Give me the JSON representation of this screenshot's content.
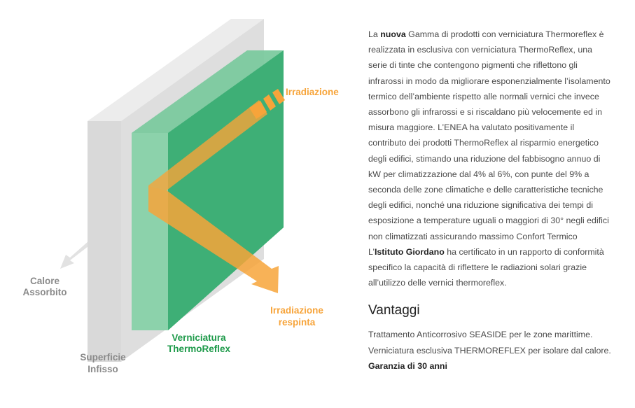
{
  "diagram": {
    "labels": {
      "calore": [
        "Calore",
        "Assorbito"
      ],
      "superficie": [
        "Superficie",
        "Infisso"
      ],
      "verniciatura": [
        "Verniciatura",
        "ThermoReflex"
      ],
      "irradiazione": "Irradiazione",
      "respinta": [
        "Irradiazione",
        "respinta"
      ]
    },
    "colors": {
      "gray_label": "#8a8a8a",
      "green_label": "#1e9a4a",
      "orange": "#f7a43a",
      "green_panel": "#46b880",
      "gray_panel": "#d8d8d8"
    }
  },
  "description": {
    "p1_part1": "La ",
    "p1_bold1": "nuova",
    "p1_part2": " Gamma di prodotti con verniciatura Thermoreflex è realizzata in esclusiva con verniciatura ThermoReflex, una serie di tinte che contengono pigmenti che riflettono gli infrarossi in modo da migliorare esponenzialmente l’isolamento termico dell’ambiente rispetto alle normali vernici che invece assorbono gli infrarossi e si riscaldano più velocemente ed in misura maggiore. L’ENEA ha valutato positivamente il contributo dei prodotti ThermoReflex al risparmio energetico degli edifici, stimando una riduzione del fabbisogno annuo di kW per climatizzazione dal 4% al 6%, con punte del 9% a seconda delle zone climatiche e delle caratteristiche tecniche degli edifici, nonché una riduzione significativa dei tempi di esposizione a temperature uguali o maggiori di 30° negli edifici non climatizzati assicurando massimo Confort Termico",
    "p2_part1": "L’",
    "p2_bold": "Istituto Giordano",
    "p2_part2": " ha certificato in un rapporto di conformità specifico la capacità di riflettere le radiazioni solari grazie all’utilizzo delle vernici thermoreflex."
  },
  "vantaggi": {
    "title": "Vantaggi",
    "items": [
      "Trattamento Anticorrosivo SEASIDE per le zone marittime.",
      "Verniciatura esclusiva THERMOREFLEX per isolare dal calore."
    ],
    "warranty": "Garanzia di 30 anni"
  }
}
